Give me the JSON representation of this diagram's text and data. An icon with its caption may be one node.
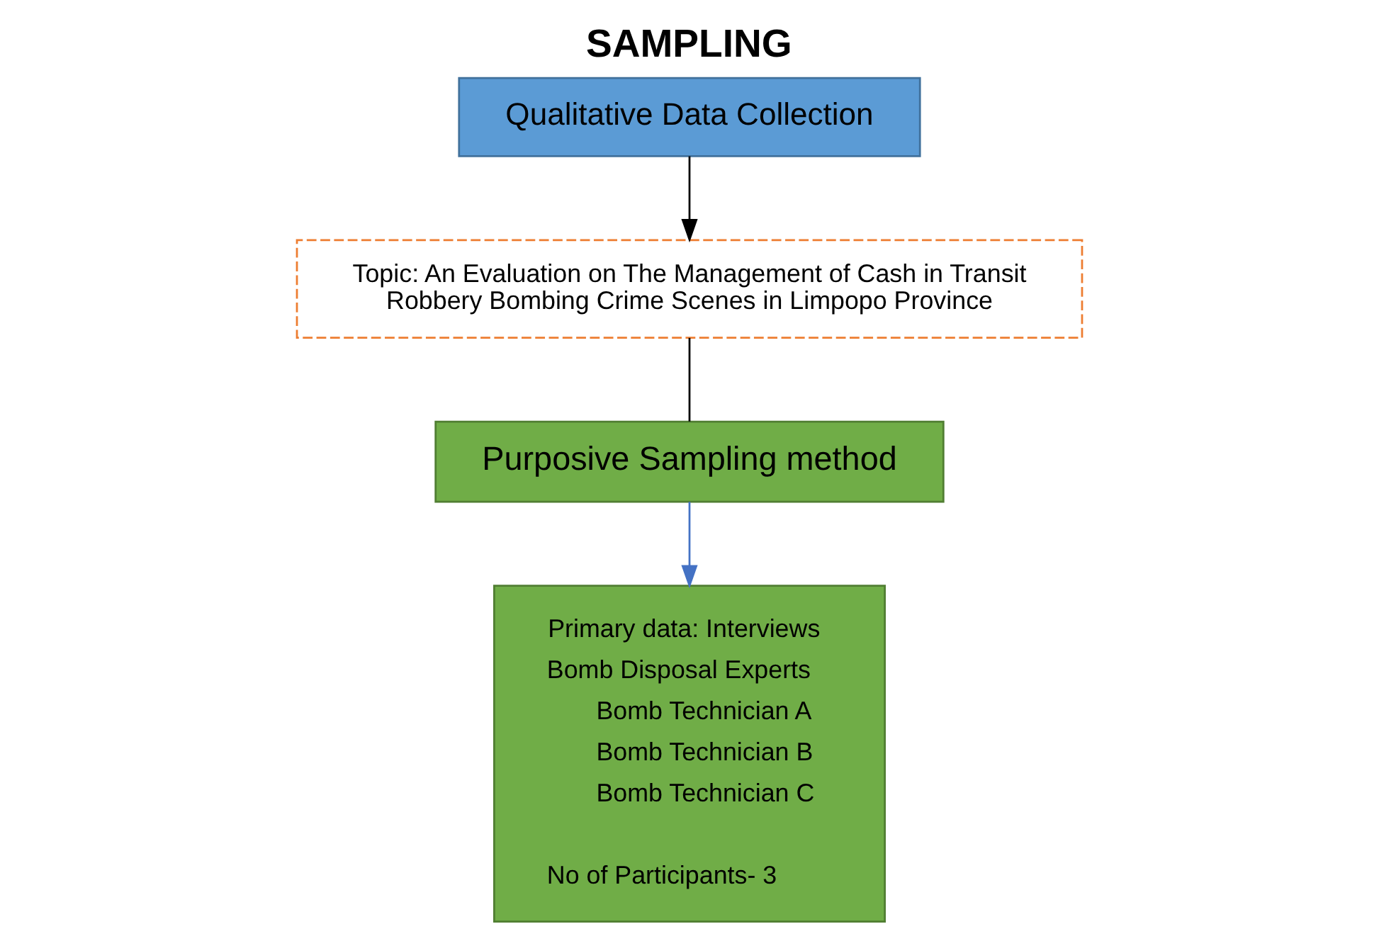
{
  "diagram": {
    "title": "SAMPLING",
    "nodes": [
      {
        "text": [
          "Qualitative Data Collection"
        ]
      },
      {
        "text": [
          "Topic: An Evaluation on The Management of Cash in Transit Robbery Bombing Crime Scenes in Limpopo Province"
        ]
      },
      {
        "text": [
          "Purposive Sampling method"
        ]
      },
      {
        "text": [
          "Primary data: Interviews",
          "Bomb Disposal Experts",
          "Bomb Technician A",
          "Bomb Technician B",
          "Bomb Technician C",
          "No of Participants- 3"
        ]
      }
    ],
    "edges": [
      {
        "from": 0,
        "to": 1,
        "arrow": "to"
      },
      {
        "from": 1,
        "to": 2,
        "arrow": "none"
      },
      {
        "from": 2,
        "to": 3,
        "arrow": "to",
        "color": "#4472c4"
      }
    ]
  }
}
